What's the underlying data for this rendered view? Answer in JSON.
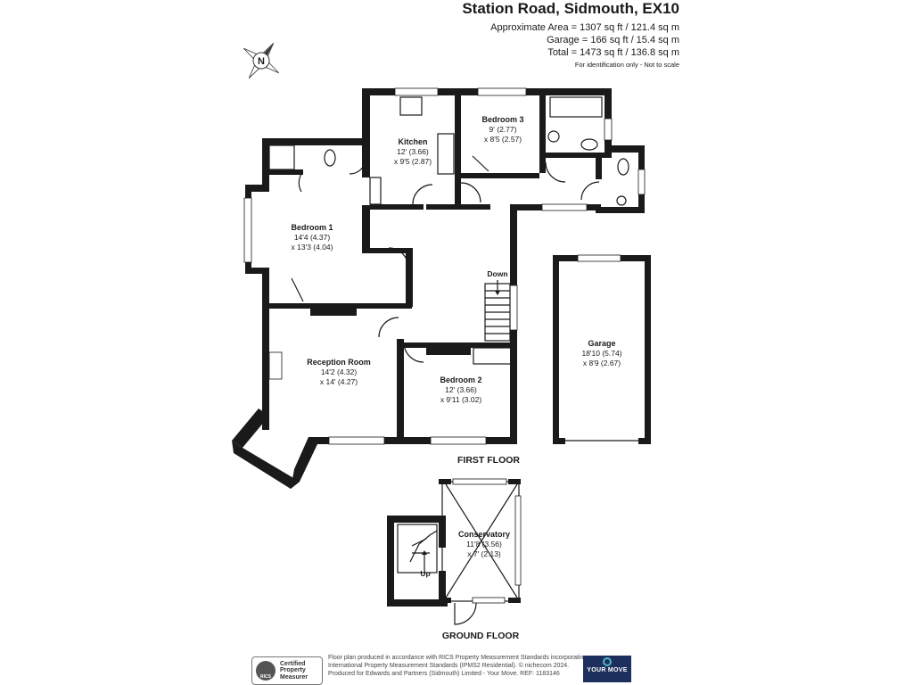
{
  "header": {
    "title": "Station Road, Sidmouth, EX10",
    "area_total": "Approximate Area = 1307 sq ft / 121.4 sq m",
    "area_garage": "Garage = 166 sq ft / 15.4 sq m",
    "area_combined": "Total = 1473 sq ft / 136.8 sq m",
    "note": "For identification only - Not to scale"
  },
  "compass": {
    "label": "N"
  },
  "rooms": {
    "kitchen": {
      "name": "Kitchen",
      "dim1": "12' (3.66)",
      "dim2": "x 9'5 (2.87)"
    },
    "bedroom3": {
      "name": "Bedroom 3",
      "dim1": "9' (2.77)",
      "dim2": "x 8'5 (2.57)"
    },
    "bedroom1": {
      "name": "Bedroom 1",
      "dim1": "14'4 (4.37)",
      "dim2": "x 13'3 (4.04)"
    },
    "reception": {
      "name": "Reception Room",
      "dim1": "14'2 (4.32)",
      "dim2": "x 14' (4.27)"
    },
    "bedroom2": {
      "name": "Bedroom 2",
      "dim1": "12' (3.66)",
      "dim2": "x 9'11 (3.02)"
    },
    "garage": {
      "name": "Garage",
      "dim1": "18'10 (5.74)",
      "dim2": "x 8'9 (2.67)"
    },
    "conservatory": {
      "name": "Conservatory",
      "dim1": "11'8 (3.56)",
      "dim2": "x 7' (2.13)"
    }
  },
  "stairs": {
    "down": "Down",
    "up": "Up"
  },
  "floors": {
    "first": "FIRST FLOOR",
    "ground": "GROUND FLOOR"
  },
  "footer": {
    "line1": "Floor plan produced in accordance with RICS Property Measurement Standards incorporating",
    "line2": "International Property Measurement Standards (IPMS2 Residential). © nichecom 2024.",
    "line3": "Produced for Edwards and Partners (Sidmouth) Limited - Your Move.   REF: 1183146",
    "rics_emblem": "RICS",
    "rics_line1": "Certified",
    "rics_line2": "Property",
    "rics_line3": "Measurer",
    "logo": "YOUR MOVE"
  }
}
